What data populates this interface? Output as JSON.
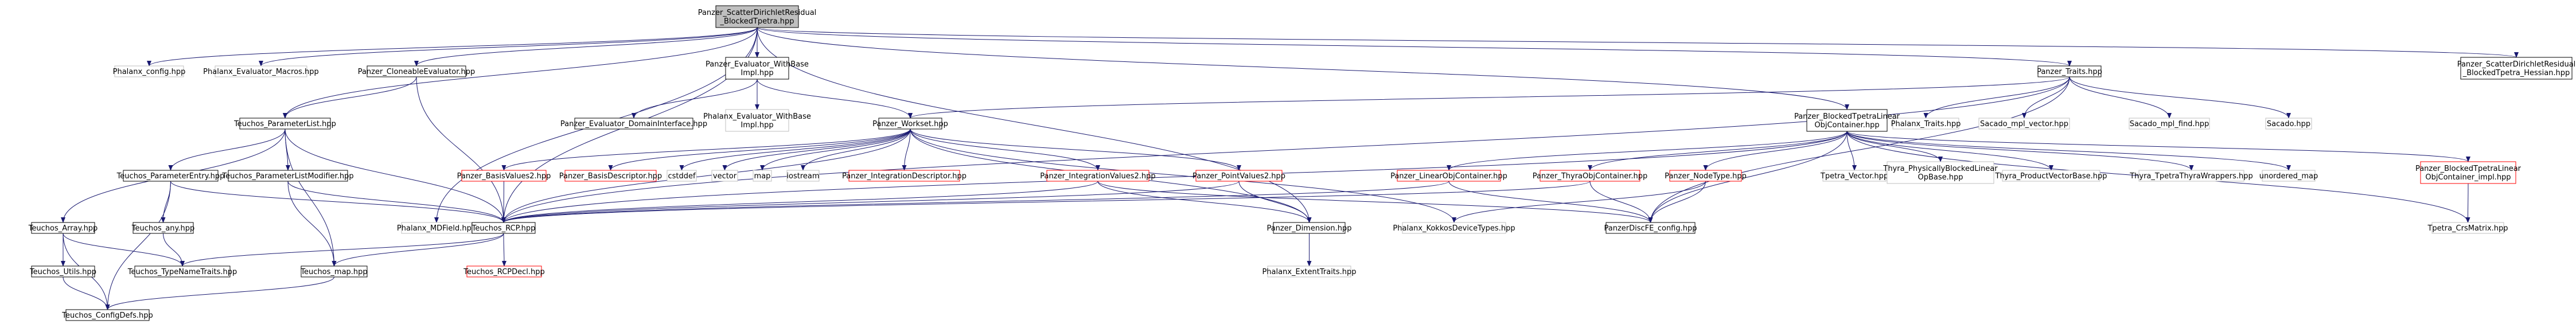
{
  "diagram": {
    "title": "Include dependency graph",
    "colors": {
      "root_fill": "#bfbfbf",
      "node_fill": "#ffffff",
      "normal_border": "#000000",
      "missing_border": "#ff0000",
      "external_border": "#bfbfbf",
      "edge": "#191970",
      "text": "#000000"
    },
    "nodes": [
      {
        "id": "root",
        "lines": [
          "Panzer_ScatterDirichletResidual",
          "_BlockedTpetra.hpp"
        ],
        "kind": "root"
      },
      {
        "id": "phx_config",
        "lines": [
          "Phalanx_config.hpp"
        ],
        "kind": "external"
      },
      {
        "id": "phx_macros",
        "lines": [
          "Phalanx_Evaluator_Macros.hpp"
        ],
        "kind": "external"
      },
      {
        "id": "cloneable",
        "lines": [
          "Panzer_CloneableEvaluator.hpp"
        ],
        "kind": "normal"
      },
      {
        "id": "eval_withbase",
        "lines": [
          "Panzer_Evaluator_WithBase",
          "Impl.hpp"
        ],
        "kind": "normal"
      },
      {
        "id": "traits",
        "lines": [
          "Panzer_Traits.hpp"
        ],
        "kind": "normal"
      },
      {
        "id": "scatter_hessian",
        "lines": [
          "Panzer_ScatterDirichletResidual",
          "_BlockedTpetra_Hessian.hpp"
        ],
        "kind": "normal"
      },
      {
        "id": "param_list",
        "lines": [
          "Teuchos_ParameterList.hpp"
        ],
        "kind": "normal"
      },
      {
        "id": "domain_iface",
        "lines": [
          "Panzer_Evaluator_DomainInterface.hpp"
        ],
        "kind": "normal"
      },
      {
        "id": "phx_withbase",
        "lines": [
          "Phalanx_Evaluator_WithBase",
          "Impl.hpp"
        ],
        "kind": "external"
      },
      {
        "id": "workset",
        "lines": [
          "Panzer_Workset.hpp"
        ],
        "kind": "normal"
      },
      {
        "id": "phx_traits",
        "lines": [
          "Phalanx_Traits.hpp"
        ],
        "kind": "external"
      },
      {
        "id": "sacado_mpl_vector",
        "lines": [
          "Sacado_mpl_vector.hpp"
        ],
        "kind": "external"
      },
      {
        "id": "sacado_mpl_find",
        "lines": [
          "Sacado_mpl_find.hpp"
        ],
        "kind": "external"
      },
      {
        "id": "sacado",
        "lines": [
          "Sacado.hpp"
        ],
        "kind": "external"
      },
      {
        "id": "blocked_container",
        "lines": [
          "Panzer_BlockedTpetraLinear",
          "ObjContainer.hpp"
        ],
        "kind": "normal"
      },
      {
        "id": "param_entry",
        "lines": [
          "Teuchos_ParameterEntry.hpp"
        ],
        "kind": "normal"
      },
      {
        "id": "param_list_mod",
        "lines": [
          "Teuchos_ParameterListModifier.hpp"
        ],
        "kind": "normal"
      },
      {
        "id": "basis_values2",
        "lines": [
          "Panzer_BasisValues2.hpp"
        ],
        "kind": "missing"
      },
      {
        "id": "basis_desc",
        "lines": [
          "Panzer_BasisDescriptor.hpp"
        ],
        "kind": "missing"
      },
      {
        "id": "cstddef",
        "lines": [
          "cstddef"
        ],
        "kind": "external"
      },
      {
        "id": "vector",
        "lines": [
          "vector"
        ],
        "kind": "external"
      },
      {
        "id": "map",
        "lines": [
          "map"
        ],
        "kind": "external"
      },
      {
        "id": "iostream",
        "lines": [
          "iostream"
        ],
        "kind": "external"
      },
      {
        "id": "integ_desc",
        "lines": [
          "Panzer_IntegrationDescriptor.hpp"
        ],
        "kind": "missing"
      },
      {
        "id": "integ_values2",
        "lines": [
          "Panzer_IntegrationValues2.hpp"
        ],
        "kind": "missing"
      },
      {
        "id": "point_values2",
        "lines": [
          "Panzer_PointValues2.hpp"
        ],
        "kind": "missing"
      },
      {
        "id": "linear_obj",
        "lines": [
          "Panzer_LinearObjContainer.hpp"
        ],
        "kind": "missing"
      },
      {
        "id": "thyra_obj",
        "lines": [
          "Panzer_ThyraObjContainer.hpp"
        ],
        "kind": "missing"
      },
      {
        "id": "node_type",
        "lines": [
          "Panzer_NodeType.hpp"
        ],
        "kind": "missing"
      },
      {
        "id": "tpetra_vector",
        "lines": [
          "Tpetra_Vector.hpp"
        ],
        "kind": "external"
      },
      {
        "id": "thyra_phys",
        "lines": [
          "Thyra_PhysicallyBlockedLinear",
          "OpBase.hpp"
        ],
        "kind": "external"
      },
      {
        "id": "thyra_prod",
        "lines": [
          "Thyra_ProductVectorBase.hpp"
        ],
        "kind": "external"
      },
      {
        "id": "thyra_wrappers",
        "lines": [
          "Thyra_TpetraThyraWrappers.hpp"
        ],
        "kind": "external"
      },
      {
        "id": "unordered_map",
        "lines": [
          "unordered_map"
        ],
        "kind": "external"
      },
      {
        "id": "blocked_container_impl",
        "lines": [
          "Panzer_BlockedTpetraLinear",
          "ObjContainer_impl.hpp"
        ],
        "kind": "missing"
      },
      {
        "id": "teuchos_array",
        "lines": [
          "Teuchos_Array.hpp"
        ],
        "kind": "normal"
      },
      {
        "id": "teuchos_any",
        "lines": [
          "Teuchos_any.hpp"
        ],
        "kind": "normal"
      },
      {
        "id": "phx_mdfield",
        "lines": [
          "Phalanx_MDField.hpp"
        ],
        "kind": "external"
      },
      {
        "id": "teuchos_rcp",
        "lines": [
          "Teuchos_RCP.hpp"
        ],
        "kind": "normal"
      },
      {
        "id": "panzer_dimension",
        "lines": [
          "Panzer_Dimension.hpp"
        ],
        "kind": "normal"
      },
      {
        "id": "phx_kokkos",
        "lines": [
          "Phalanx_KokkosDeviceTypes.hpp"
        ],
        "kind": "external"
      },
      {
        "id": "panzer_config",
        "lines": [
          "PanzerDiscFE_config.hpp"
        ],
        "kind": "normal"
      },
      {
        "id": "tpetra_crsmatrix",
        "lines": [
          "Tpetra_CrsMatrix.hpp"
        ],
        "kind": "external"
      },
      {
        "id": "teuchos_utils",
        "lines": [
          "Teuchos_Utils.hpp"
        ],
        "kind": "normal"
      },
      {
        "id": "teuchos_typename",
        "lines": [
          "Teuchos_TypeNameTraits.hpp"
        ],
        "kind": "normal"
      },
      {
        "id": "teuchos_map",
        "lines": [
          "Teuchos_map.hpp"
        ],
        "kind": "normal"
      },
      {
        "id": "rcpdecl",
        "lines": [
          "Teuchos_RCPDecl.hpp"
        ],
        "kind": "missing"
      },
      {
        "id": "phx_extent",
        "lines": [
          "Phalanx_ExtentTraits.hpp"
        ],
        "kind": "external"
      },
      {
        "id": "teuchos_configdefs",
        "lines": [
          "Teuchos_ConfigDefs.hpp"
        ],
        "kind": "normal"
      }
    ],
    "edges": [
      [
        "root",
        "phx_config"
      ],
      [
        "root",
        "phx_macros"
      ],
      [
        "root",
        "cloneable"
      ],
      [
        "root",
        "eval_withbase"
      ],
      [
        "root",
        "traits"
      ],
      [
        "root",
        "scatter_hessian"
      ],
      [
        "root",
        "param_list"
      ],
      [
        "root",
        "blocked_container"
      ],
      [
        "root",
        "panzer_dimension"
      ],
      [
        "root",
        "phx_mdfield"
      ],
      [
        "root",
        "teuchos_rcp"
      ],
      [
        "cloneable",
        "param_list"
      ],
      [
        "cloneable",
        "teuchos_rcp"
      ],
      [
        "eval_withbase",
        "domain_iface"
      ],
      [
        "eval_withbase",
        "phx_withbase"
      ],
      [
        "eval_withbase",
        "workset"
      ],
      [
        "traits",
        "workset"
      ],
      [
        "traits",
        "phx_traits"
      ],
      [
        "traits",
        "sacado_mpl_vector"
      ],
      [
        "traits",
        "sacado_mpl_find"
      ],
      [
        "traits",
        "sacado"
      ],
      [
        "traits",
        "teuchos_rcp"
      ],
      [
        "traits",
        "panzer_config"
      ],
      [
        "param_list",
        "param_entry"
      ],
      [
        "param_list",
        "param_list_mod"
      ],
      [
        "param_list",
        "teuchos_array"
      ],
      [
        "param_list",
        "teuchos_map"
      ],
      [
        "param_list",
        "teuchos_rcp"
      ],
      [
        "param_entry",
        "teuchos_any"
      ],
      [
        "param_entry",
        "teuchos_configdefs"
      ],
      [
        "param_entry",
        "teuchos_rcp"
      ],
      [
        "param_list_mod",
        "teuchos_rcp"
      ],
      [
        "param_list_mod",
        "teuchos_map"
      ],
      [
        "teuchos_array",
        "teuchos_utils"
      ],
      [
        "teuchos_array",
        "teuchos_typename"
      ],
      [
        "teuchos_array",
        "teuchos_configdefs"
      ],
      [
        "teuchos_any",
        "teuchos_typename"
      ],
      [
        "teuchos_rcp",
        "teuchos_typename"
      ],
      [
        "teuchos_rcp",
        "teuchos_map"
      ],
      [
        "teuchos_rcp",
        "rcpdecl"
      ],
      [
        "teuchos_map",
        "teuchos_configdefs"
      ],
      [
        "teuchos_utils",
        "teuchos_configdefs"
      ],
      [
        "workset",
        "basis_values2"
      ],
      [
        "workset",
        "basis_desc"
      ],
      [
        "workset",
        "cstddef"
      ],
      [
        "workset",
        "vector"
      ],
      [
        "workset",
        "map"
      ],
      [
        "workset",
        "iostream"
      ],
      [
        "workset",
        "integ_desc"
      ],
      [
        "workset",
        "integ_values2"
      ],
      [
        "workset",
        "point_values2"
      ],
      [
        "workset",
        "panzer_dimension"
      ],
      [
        "workset",
        "teuchos_rcp"
      ],
      [
        "workset",
        "phx_kokkos"
      ],
      [
        "basis_values2",
        "teuchos_rcp"
      ],
      [
        "integ_values2",
        "teuchos_rcp"
      ],
      [
        "integ_values2",
        "panzer_dimension"
      ],
      [
        "integ_values2",
        "panzer_config"
      ],
      [
        "point_values2",
        "teuchos_rcp"
      ],
      [
        "point_values2",
        "panzer_dimension"
      ],
      [
        "panzer_dimension",
        "phx_extent"
      ],
      [
        "blocked_container",
        "linear_obj"
      ],
      [
        "blocked_container",
        "thyra_obj"
      ],
      [
        "blocked_container",
        "node_type"
      ],
      [
        "blocked_container",
        "tpetra_vector"
      ],
      [
        "blocked_container",
        "thyra_phys"
      ],
      [
        "blocked_container",
        "thyra_prod"
      ],
      [
        "blocked_container",
        "thyra_wrappers"
      ],
      [
        "blocked_container",
        "unordered_map"
      ],
      [
        "blocked_container",
        "blocked_container_impl"
      ],
      [
        "blocked_container",
        "tpetra_crsmatrix"
      ],
      [
        "blocked_container",
        "panzer_config"
      ],
      [
        "blocked_container",
        "teuchos_rcp"
      ],
      [
        "linear_obj",
        "panzer_config"
      ],
      [
        "linear_obj",
        "teuchos_rcp"
      ],
      [
        "thyra_obj",
        "panzer_config"
      ],
      [
        "thyra_obj",
        "teuchos_rcp"
      ],
      [
        "node_type",
        "panzer_config"
      ],
      [
        "node_type",
        "phx_kokkos"
      ],
      [
        "blocked_container_impl",
        "tpetra_crsmatrix"
      ]
    ]
  }
}
